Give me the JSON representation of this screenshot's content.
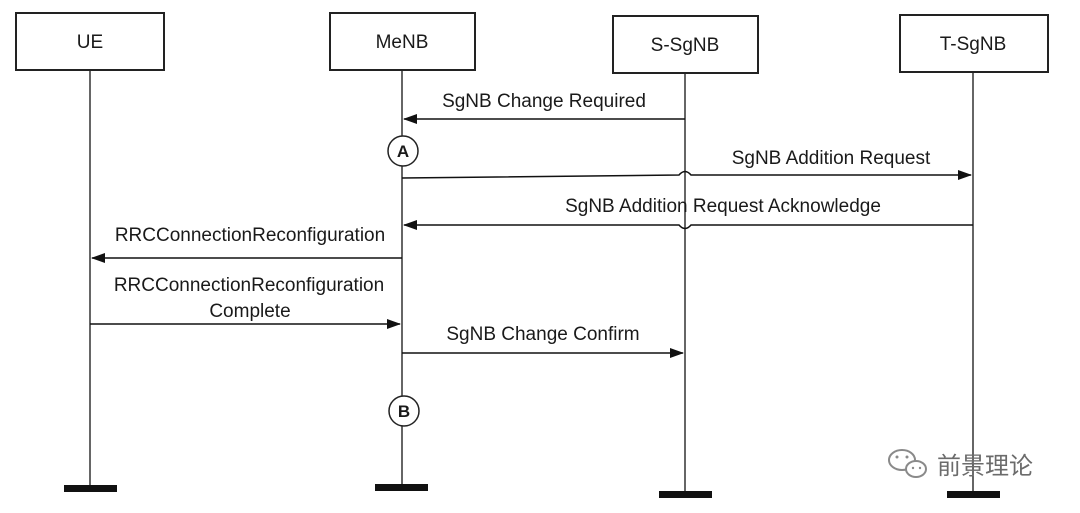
{
  "entities": {
    "ue": "UE",
    "menb": "MeNB",
    "s_sgnb": "S-SgNB",
    "t_sgnb": "T-SgNB"
  },
  "messages": {
    "sgnb_change_required": "SgNB Change Required",
    "sgnb_addition_request": "SgNB Addition Request",
    "sgnb_addition_request_ack": "SgNB Addition Request Acknowledge",
    "rrc_reconfig": "RRCConnectionReconfiguration",
    "rrc_reconfig_complete_line1": "RRCConnectionReconfiguration",
    "rrc_reconfig_complete_line2": "Complete",
    "sgnb_change_confirm": "SgNB Change Confirm"
  },
  "markers": {
    "a": "A",
    "b": "B"
  },
  "watermark": {
    "text": "前景理论",
    "icon": "wechat-icon"
  }
}
